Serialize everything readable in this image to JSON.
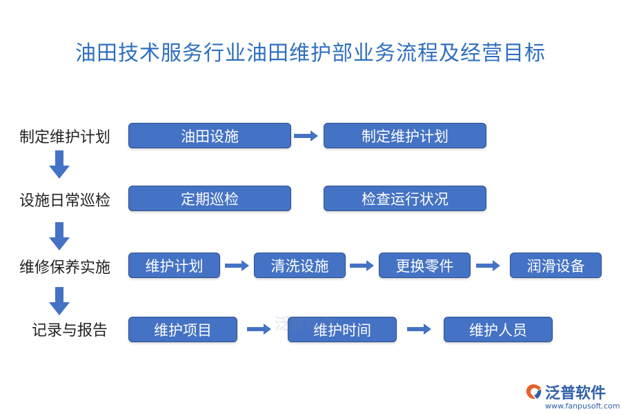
{
  "title": "油田技术服务行业油田维护部业务流程及经营目标",
  "stages": [
    {
      "label": "制定维护计划",
      "steps": [
        "油田设施",
        "制定维护计划"
      ]
    },
    {
      "label": "设施日常巡检",
      "steps": [
        "定期巡检",
        "检查运行状况"
      ]
    },
    {
      "label": "维修保养实施",
      "steps": [
        "维护计划",
        "清洗设施",
        "更换零件",
        "润滑设备"
      ]
    },
    {
      "label": "记录与报告",
      "steps": [
        "维护项目",
        "维护时间",
        "维护人员"
      ]
    }
  ],
  "watermark": "泛普软件",
  "logo": {
    "name": "泛普软件",
    "url": "www.fanpusoft.com"
  },
  "colors": {
    "box": "#4472C4",
    "title": "#2F6FBF",
    "arrow": "#4472C4"
  }
}
